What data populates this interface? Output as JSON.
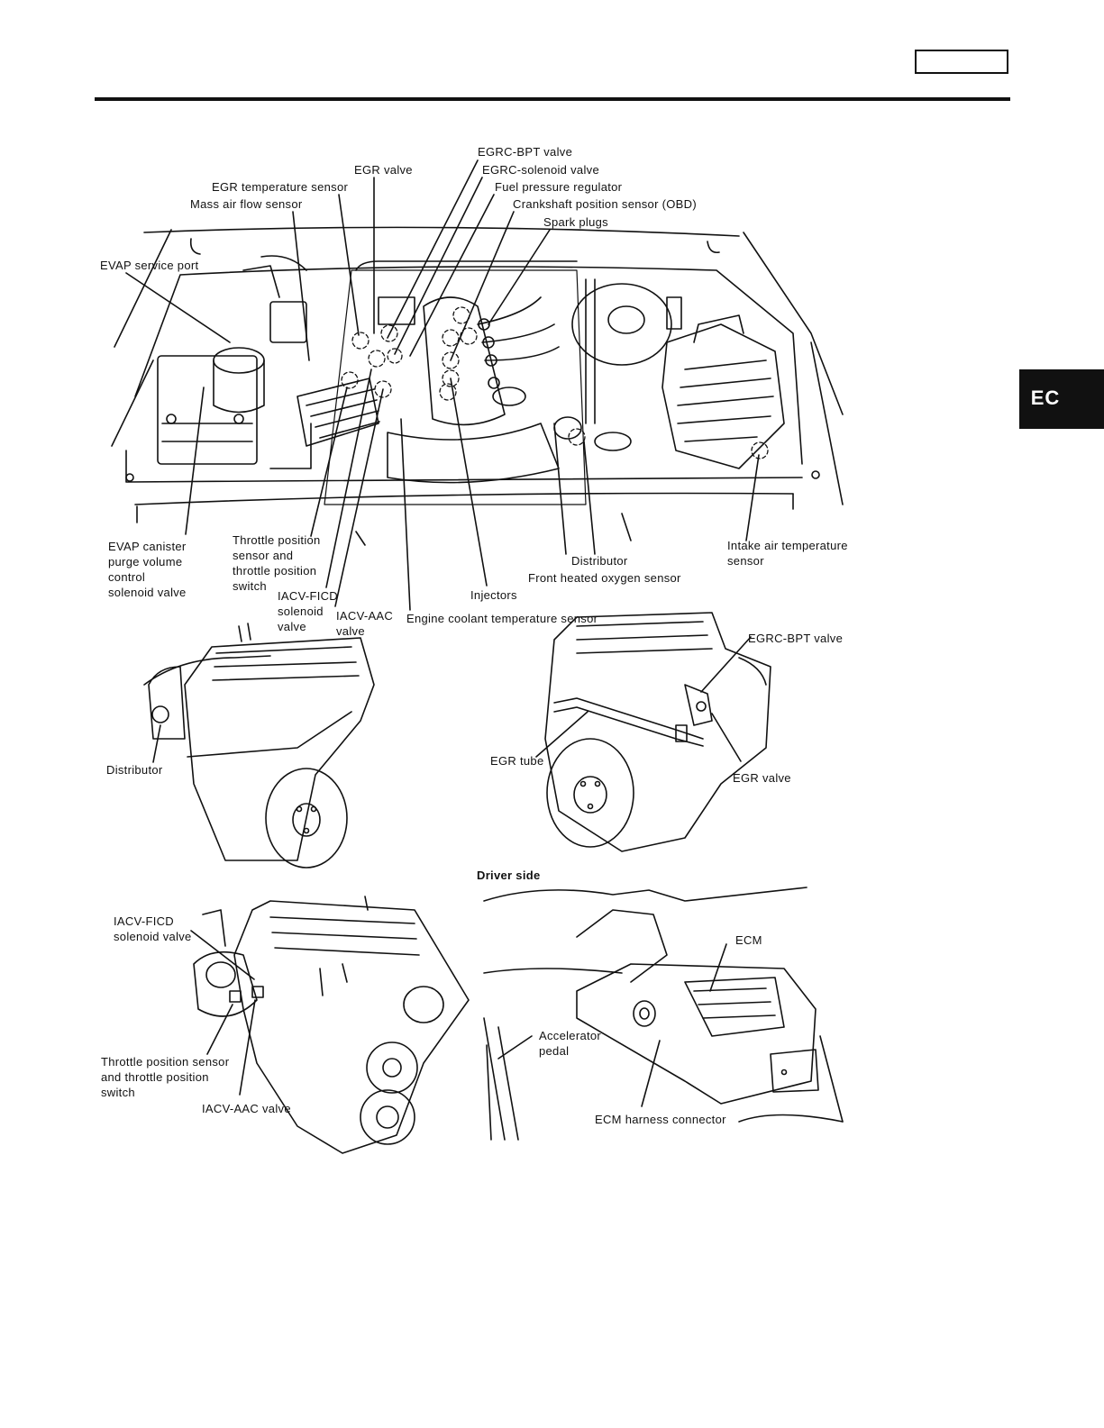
{
  "header": {
    "section_tab": "EC"
  },
  "top_figure": {
    "labels": {
      "egrc_bpt_valve": "EGRC-BPT valve",
      "egr_valve": "EGR valve",
      "egrc_solenoid_valve": "EGRC-solenoid valve",
      "egr_temperature_sensor": "EGR temperature sensor",
      "fuel_pressure_regulator": "Fuel pressure regulator",
      "mass_air_flow_sensor": "Mass air flow sensor",
      "crankshaft_position_sensor": "Crankshaft position sensor (OBD)",
      "spark_plugs": "Spark plugs",
      "evap_service_port": "EVAP service port",
      "evap_canister_purge": [
        "EVAP canister",
        "purge volume",
        "control",
        "solenoid valve"
      ],
      "throttle_position_sensor": [
        "Throttle position",
        "sensor and",
        "throttle position",
        "switch"
      ],
      "iacv_ficd": [
        "IACV-FICD",
        "solenoid",
        "valve"
      ],
      "iacv_aac": [
        "IACV-AAC",
        "valve"
      ],
      "injectors": "Injectors",
      "engine_coolant_temperature_sensor": "Engine coolant temperature sensor",
      "distributor": "Distributor",
      "front_heated_oxygen_sensor": "Front heated oxygen sensor",
      "intake_air_temperature_sensor": [
        "Intake air temperature",
        "sensor"
      ]
    }
  },
  "middle_left_figure": {
    "labels": {
      "distributor": "Distributor"
    }
  },
  "middle_right_figure": {
    "labels": {
      "egrc_bpt_valve": "EGRC-BPT valve",
      "egr_tube": "EGR tube",
      "egr_valve": "EGR valve"
    }
  },
  "bottom_left_figure": {
    "labels": {
      "iacv_ficd": [
        "IACV-FICD",
        "solenoid valve"
      ],
      "throttle_position_sensor": [
        "Throttle position sensor",
        "and throttle position",
        "switch"
      ],
      "iacv_aac": "IACV-AAC valve"
    }
  },
  "bottom_right_figure": {
    "title": "Driver side",
    "labels": {
      "ecm": "ECM",
      "accelerator_pedal": [
        "Accelerator",
        "pedal"
      ],
      "ecm_harness_connector": "ECM harness connector"
    }
  }
}
